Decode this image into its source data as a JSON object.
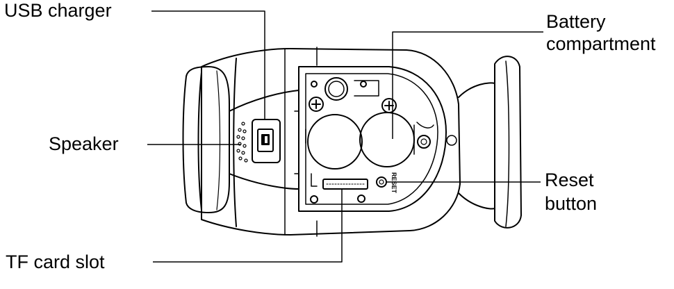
{
  "labels": {
    "usb_charger": "USB charger",
    "battery_line1": "Battery",
    "battery_line2": "compartment",
    "speaker": "Speaker",
    "reset_line1": "Reset",
    "reset_line2": "button",
    "tf_card_slot": "TF card slot",
    "reset_marking": "RESET"
  },
  "colors": {
    "ink": "#000000",
    "paper": "#ffffff"
  }
}
